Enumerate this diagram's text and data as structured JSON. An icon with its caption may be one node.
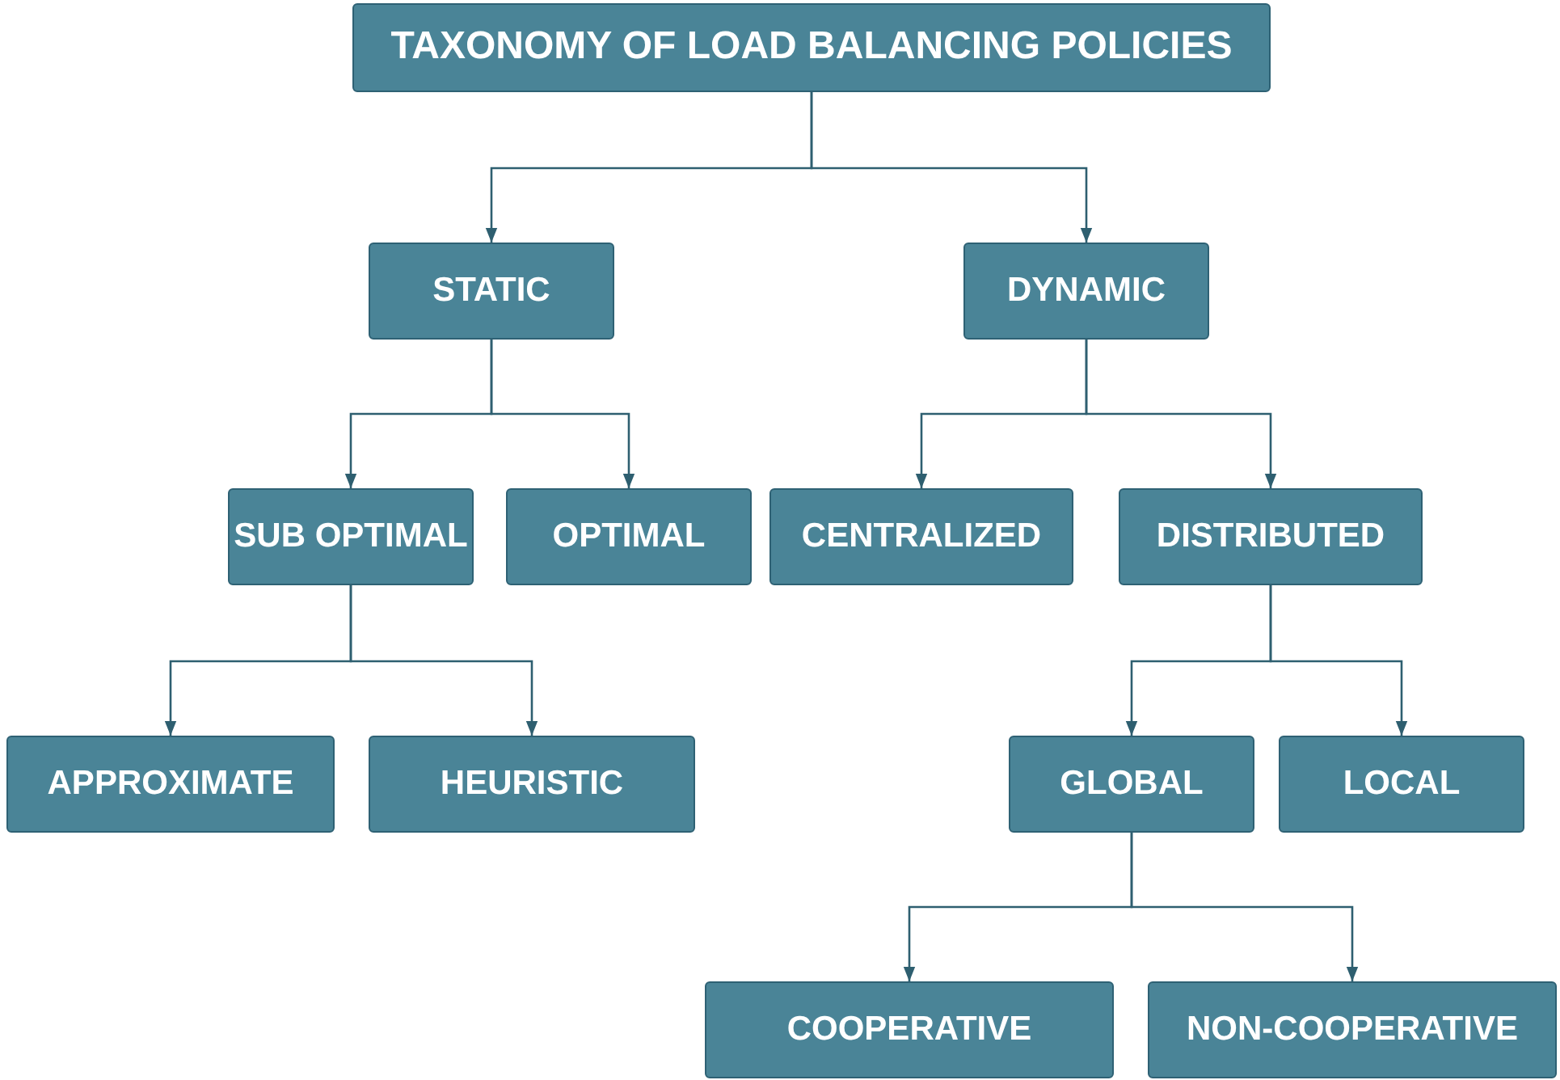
{
  "diagram": {
    "nodes": [
      {
        "text": [
          "TAXONOMY OF LOAD BALANCING POLICIES"
        ]
      },
      {
        "text": [
          "STATIC"
        ]
      },
      {
        "text": [
          "DYNAMIC"
        ]
      },
      {
        "text": [
          "SUB OPTIMAL"
        ]
      },
      {
        "text": [
          "OPTIMAL"
        ]
      },
      {
        "text": [
          "CENTRALIZED"
        ]
      },
      {
        "text": [
          "DISTRIBUTED"
        ]
      },
      {
        "text": [
          "APPROXIMATE"
        ]
      },
      {
        "text": [
          "HEURISTIC"
        ]
      },
      {
        "text": [
          "GLOBAL"
        ]
      },
      {
        "text": [
          "LOCAL"
        ]
      },
      {
        "text": [
          "COOPERATIVE"
        ]
      },
      {
        "text": [
          "NON-COOPERATIVE"
        ]
      }
    ],
    "edges": [
      {
        "from": 0,
        "to": 1,
        "arrow": "to"
      },
      {
        "from": 0,
        "to": 2,
        "arrow": "to"
      },
      {
        "from": 1,
        "to": 3,
        "arrow": "to"
      },
      {
        "from": 1,
        "to": 4,
        "arrow": "to"
      },
      {
        "from": 2,
        "to": 5,
        "arrow": "to"
      },
      {
        "from": 2,
        "to": 6,
        "arrow": "to"
      },
      {
        "from": 3,
        "to": 7,
        "arrow": "to"
      },
      {
        "from": 3,
        "to": 8,
        "arrow": "to"
      },
      {
        "from": 6,
        "to": 9,
        "arrow": "to"
      },
      {
        "from": 6,
        "to": 10,
        "arrow": "to"
      },
      {
        "from": 9,
        "to": 11,
        "arrow": "to"
      },
      {
        "from": 9,
        "to": 12,
        "arrow": "to"
      }
    ]
  }
}
